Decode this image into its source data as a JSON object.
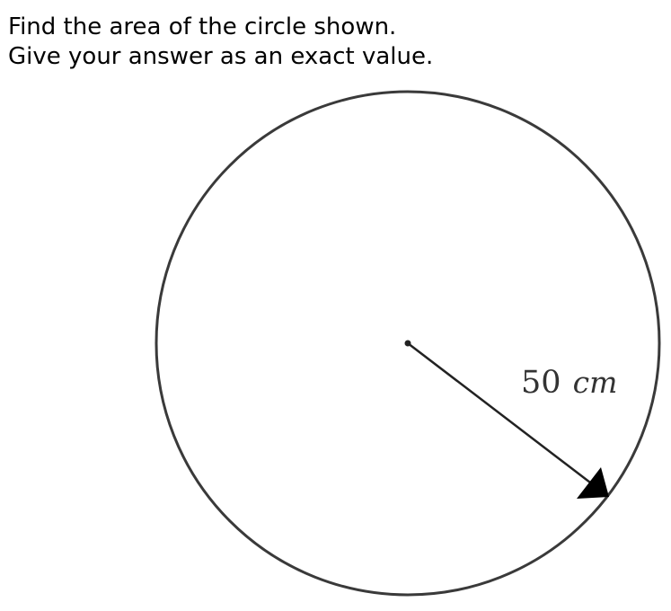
{
  "question": {
    "line1": "Find the area of the circle shown.",
    "line2": "Give your answer as an exact value."
  },
  "diagram": {
    "radius_value": "50",
    "radius_unit": "cm",
    "stroke_color": "#3a3a3a"
  }
}
